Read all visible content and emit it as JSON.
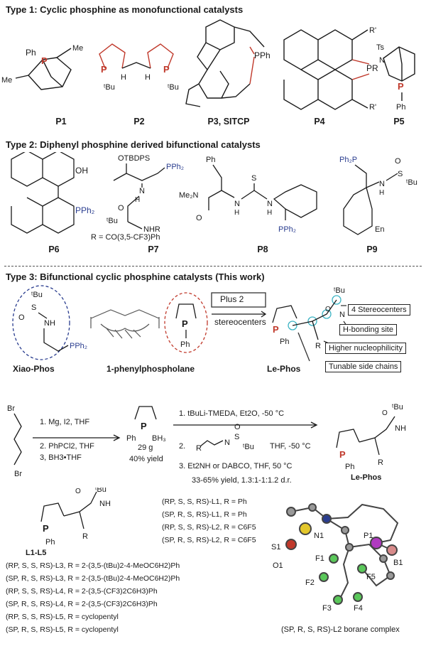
{
  "type1": {
    "heading": "Type 1: Cyclic phosphine as monofunctional catalysts",
    "labels": [
      "P1",
      "P2",
      "P3, SITCP",
      "P4",
      "P5"
    ]
  },
  "type2": {
    "heading": "Type 2: Diphenyl phosphine derived bifunctional catalysts",
    "labels": [
      "P6",
      "P7",
      "P8",
      "P9"
    ],
    "p7_r_def": "R = CO(3,5-CF3)Ph"
  },
  "type3": {
    "heading": "Type 3: Bifunctional cyclic phosphine catalysts (This work)",
    "xiao": "Xiao-Phos",
    "phospholane": "1-phenylphospholane",
    "plus": "Plus 2",
    "stereo": "stereocenters",
    "lephos": "Le-Phos",
    "features": [
      "4 Stereocenters",
      "H-bonding site",
      "Higher nucleophilicity",
      "Tunable side chains"
    ]
  },
  "synthesis": {
    "step1": "1. Mg, I2, THF",
    "step2": "2. PhPCl2, THF",
    "step3": "3, BH3•THF",
    "amount": "29 g",
    "yield": "40% yield",
    "s1": "1. tBuLi-TMEDA, Et2O,  -50 °C",
    "s2_num": "2.",
    "s2_cond": "THF, -50 °C",
    "s3": "3. Et2NH or DABCO, THF, 50 °C",
    "result": "33-65% yield, 1.3:1-1:1.2 d.r.",
    "product": "Le-Phos"
  },
  "ligands": {
    "family": "L1-L5",
    "list": [
      "(RP, S, S, RS)-L1, R = Ph",
      "(SP, R, S, RS)-L1, R = Ph",
      "(RP, S, S, RS)-L2, R = C6F5",
      "(SP, R, S, RS)-L2, R = C6F5"
    ],
    "list2": [
      "(RP, S, S, RS)-L3, R = 2-(3,5-(tBu)2-4-MeOC6H2)Ph",
      "(SP, R, S, RS)-L3, R = 2-(3,5-(tBu)2-4-MeOC6H2)Ph",
      "(RP, S, S, RS)-L4, R = 2-(3,5-(CF3)2C6H3)Ph",
      "(SP, R, S, RS)-L4, R = 2-(3,5-(CF3)2C6H3)Ph",
      "(RP, S, S, RS)-L5, R = cyclopentyl",
      "(SP, R, S, RS)-L5, R = cyclopentyl"
    ],
    "crystal_caption": "(SP, R, S, RS)-L2 borane complex",
    "atoms": [
      "N1",
      "S1",
      "O1",
      "P1",
      "B1",
      "F1",
      "F2",
      "F3",
      "F4",
      "F5"
    ]
  }
}
